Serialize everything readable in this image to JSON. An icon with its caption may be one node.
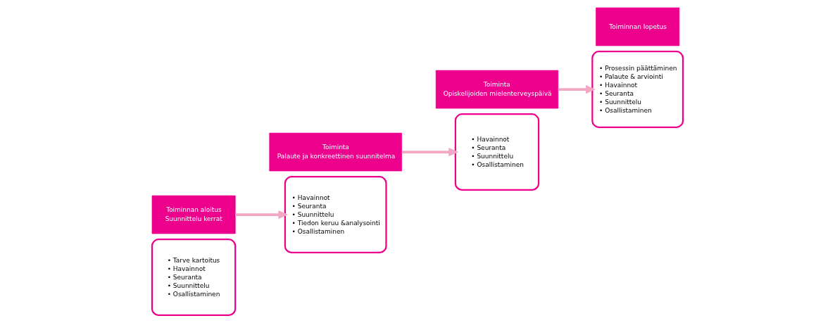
{
  "diagram": {
    "nodes": [
      {
        "text": [
          "• Tarve kartoitus",
          "• Havainnot",
          "• Seuranta",
          "• Suunnittelu",
          "• Osallistaminen"
        ]
      },
      {
        "text": [
          "Toiminnan aloitus",
          "Suunnittelu kerrat"
        ]
      },
      {
        "text": [
          "Toiminta",
          "Palaute ja konkreettinen suunnitelma"
        ]
      },
      {
        "text": [
          "• Havainnot",
          "• Seuranta",
          "• Suunnittelu",
          "• Tiedon keruu &analysointi",
          "• Osallistaminen"
        ]
      },
      {
        "text": [
          "• Havainnot",
          "• Seuranta",
          "• Suunnittelu",
          "• Osallistaminen"
        ]
      },
      {
        "text": [
          "Toiminta",
          "Opiskelijoiden mielenterveyspäivä"
        ]
      },
      {
        "text": [
          "Toiminnan lopetus"
        ]
      },
      {
        "text": [
          "• Prosessin päättäminen",
          "• Palaute & arviointi",
          "• Havainnot",
          "• Seuranta",
          "• Suunnittelu",
          "• Osallistaminen"
        ]
      }
    ],
    "edges": [
      {
        "from": 1,
        "to": 3,
        "arrow": "to"
      },
      {
        "from": 2,
        "to": 4,
        "arrow": "to"
      },
      {
        "from": 5,
        "to": 7,
        "arrow": "to"
      }
    ]
  }
}
